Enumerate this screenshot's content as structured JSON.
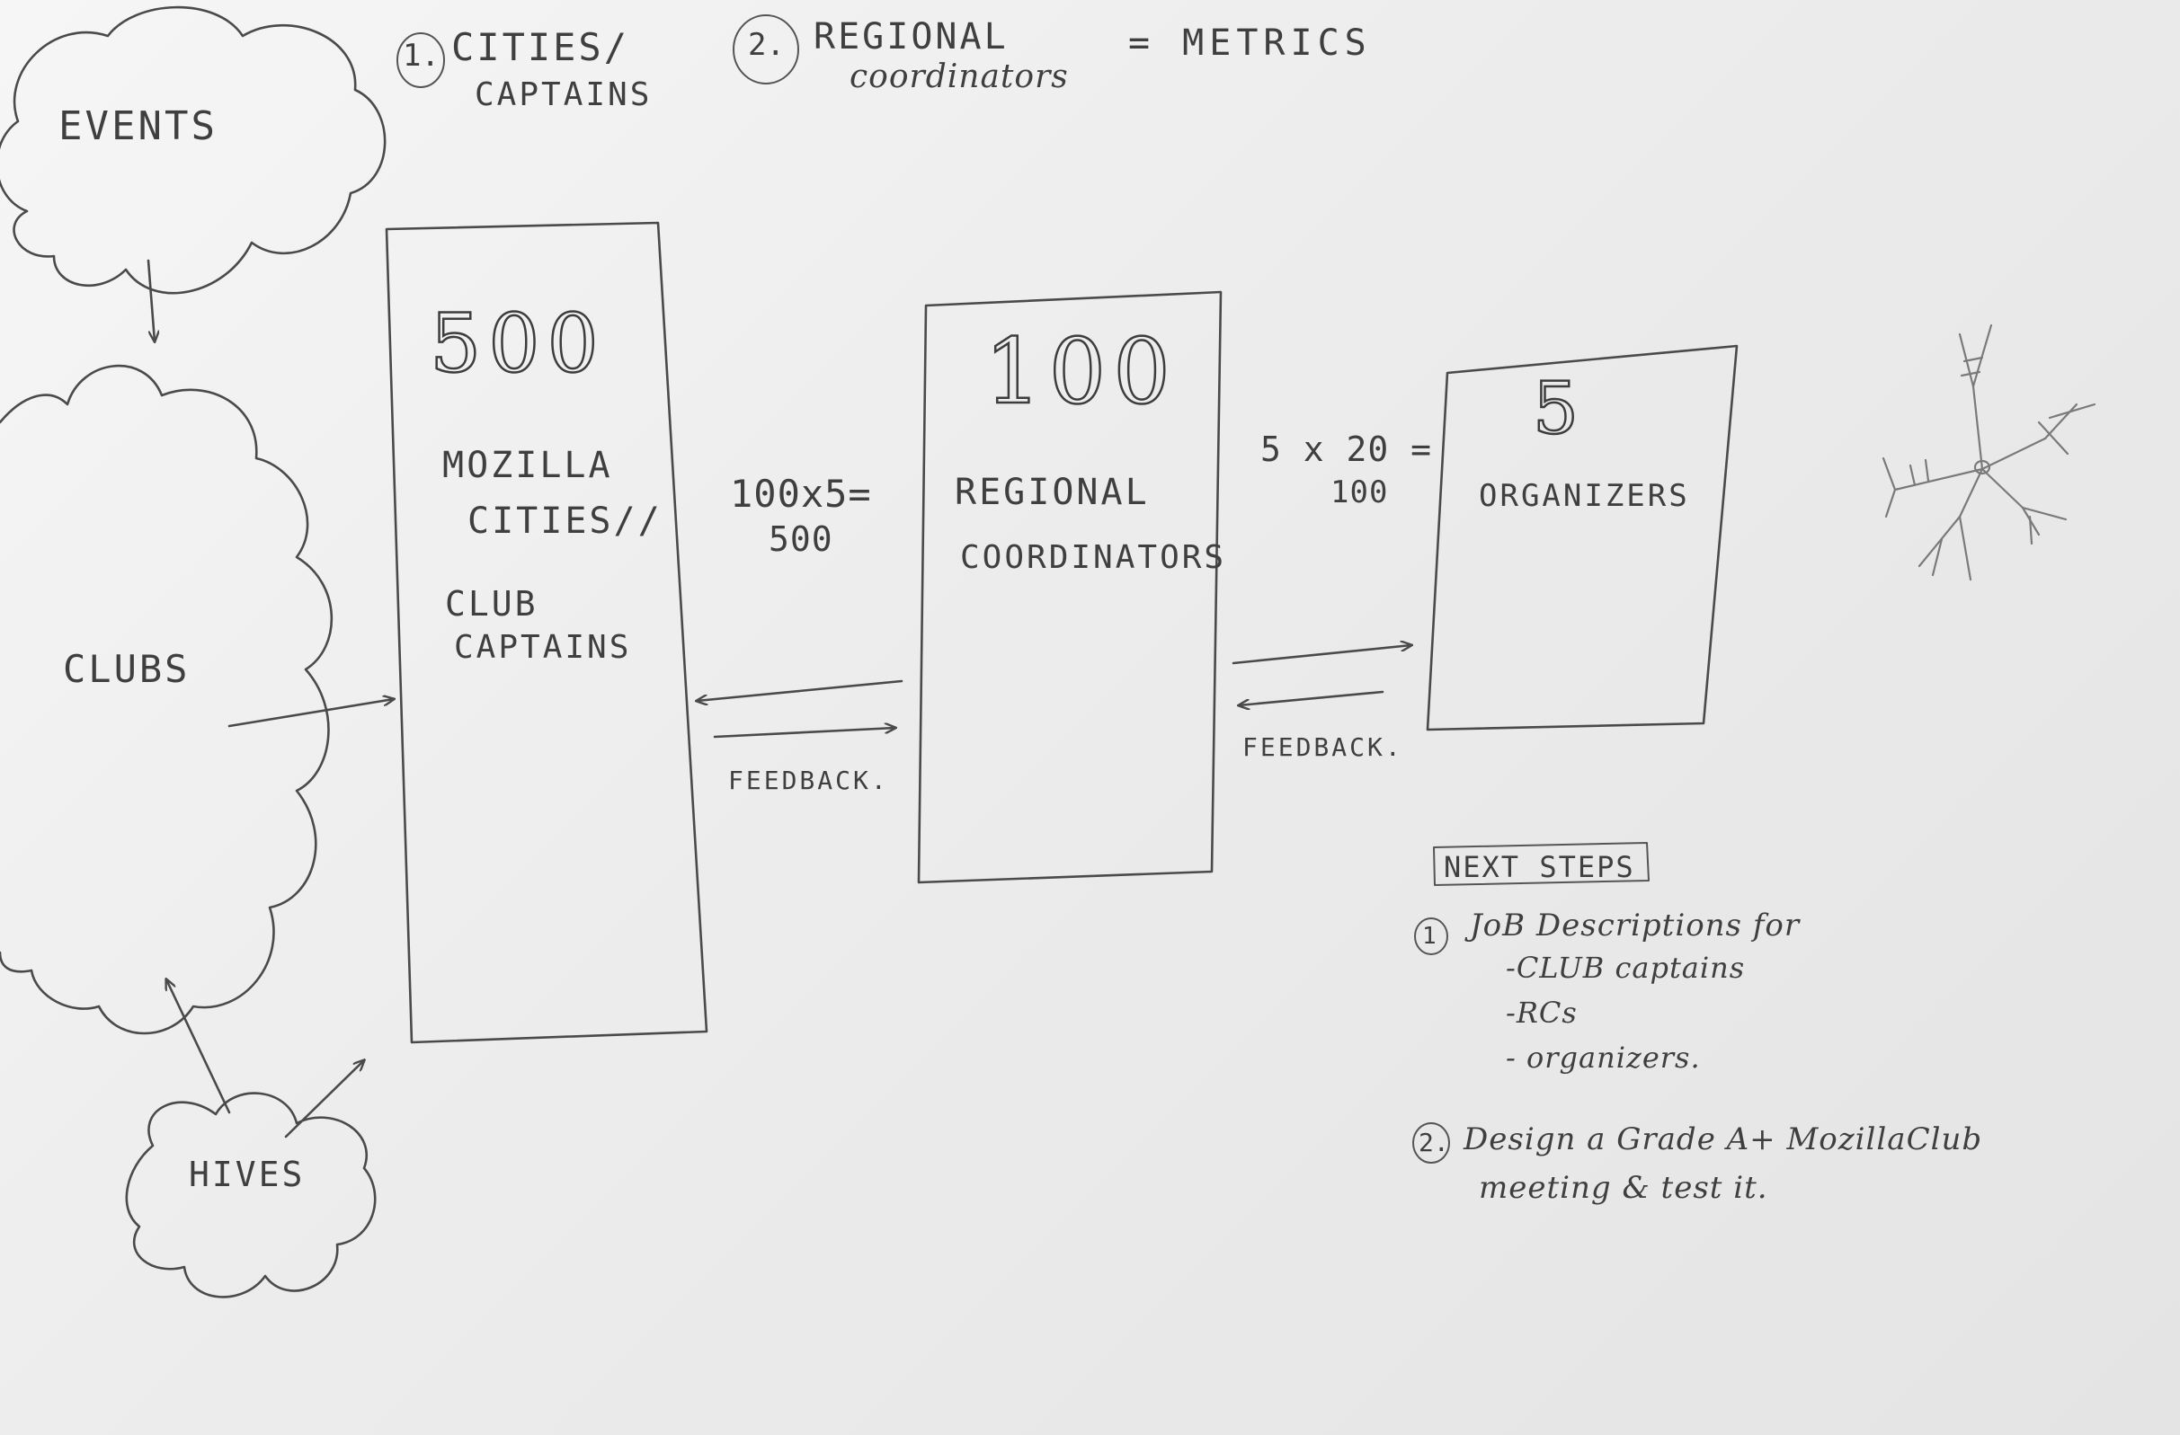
{
  "header": {
    "item1_num": "1.",
    "item1_text_line1": "CITIES/",
    "item1_text_line2": "CAPTAINS",
    "item2_num": "2.",
    "item2_text_line1": "REGIONAL",
    "item2_text_line2": "coordinators",
    "equals_metrics": "= METRICS"
  },
  "clouds": {
    "events": "EVENTS",
    "clubs": "CLUBS",
    "hives": "HIVES"
  },
  "boxes": {
    "captains": {
      "count": "500",
      "label_line1": "MOZILLA",
      "label_line2": "CITIES//",
      "label_line3": "CLUB",
      "label_line4": "CAPTAINS"
    },
    "coordinators": {
      "count": "100",
      "label_line1": "REGIONAL",
      "label_line2": "COORDINATORS"
    },
    "organizers": {
      "count": "5",
      "label_line1": "ORGANIZERS"
    }
  },
  "math": {
    "left_line1": "100x5=",
    "left_line2": "500",
    "right_line1": "5 x 20 =",
    "right_line2": "100"
  },
  "feedback": {
    "left": "FEEDBACK.",
    "right": "FEEDBACK."
  },
  "next_steps": {
    "title": "NEXT STEPS",
    "step1_num": "1",
    "step1_text": "JoB Descriptions for",
    "step1_items": [
      "-CLUB captains",
      "-RCs",
      "- organizers."
    ],
    "step2_num": "2.",
    "step2_line1": "Design a Grade A+ MozillaClub",
    "step2_line2": "meeting & test it."
  },
  "colors": {
    "paper": "#efefef",
    "ink": "#4a4a4a"
  },
  "icons": [
    "snowflake-doodle"
  ]
}
